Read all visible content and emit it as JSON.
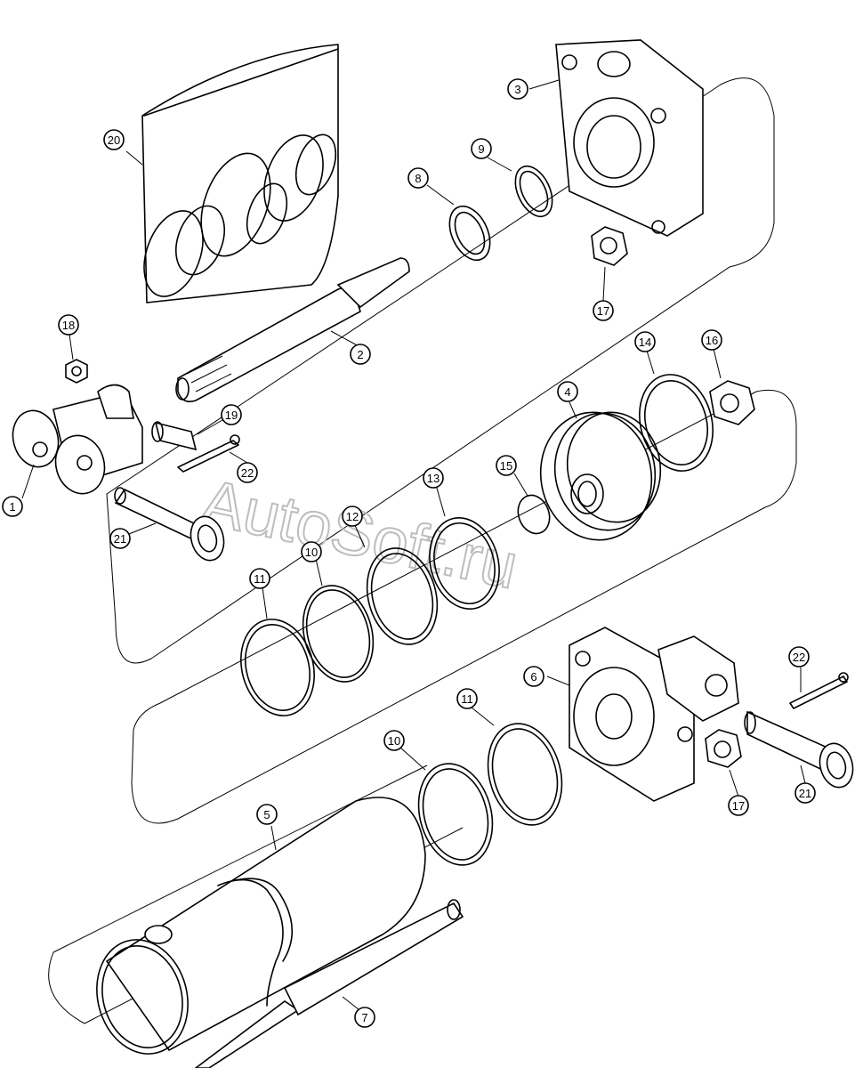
{
  "watermark": "AutoSoft.ru",
  "callouts": [
    {
      "id": "c1",
      "label": "1"
    },
    {
      "id": "c2",
      "label": "2"
    },
    {
      "id": "c3",
      "label": "3"
    },
    {
      "id": "c4",
      "label": "4"
    },
    {
      "id": "c5",
      "label": "5"
    },
    {
      "id": "c6",
      "label": "6"
    },
    {
      "id": "c7",
      "label": "7"
    },
    {
      "id": "c8",
      "label": "8"
    },
    {
      "id": "c9",
      "label": "9"
    },
    {
      "id": "c10a",
      "label": "10"
    },
    {
      "id": "c10b",
      "label": "10"
    },
    {
      "id": "c11a",
      "label": "11"
    },
    {
      "id": "c11b",
      "label": "11"
    },
    {
      "id": "c12",
      "label": "12"
    },
    {
      "id": "c13",
      "label": "13"
    },
    {
      "id": "c14",
      "label": "14"
    },
    {
      "id": "c15",
      "label": "15"
    },
    {
      "id": "c16",
      "label": "16"
    },
    {
      "id": "c17a",
      "label": "17"
    },
    {
      "id": "c17b",
      "label": "17"
    },
    {
      "id": "c18",
      "label": "18"
    },
    {
      "id": "c19",
      "label": "19"
    },
    {
      "id": "c20",
      "label": "20"
    },
    {
      "id": "c21a",
      "label": "21"
    },
    {
      "id": "c21b",
      "label": "21"
    },
    {
      "id": "c22a",
      "label": "22"
    },
    {
      "id": "c22b",
      "label": "22"
    }
  ]
}
